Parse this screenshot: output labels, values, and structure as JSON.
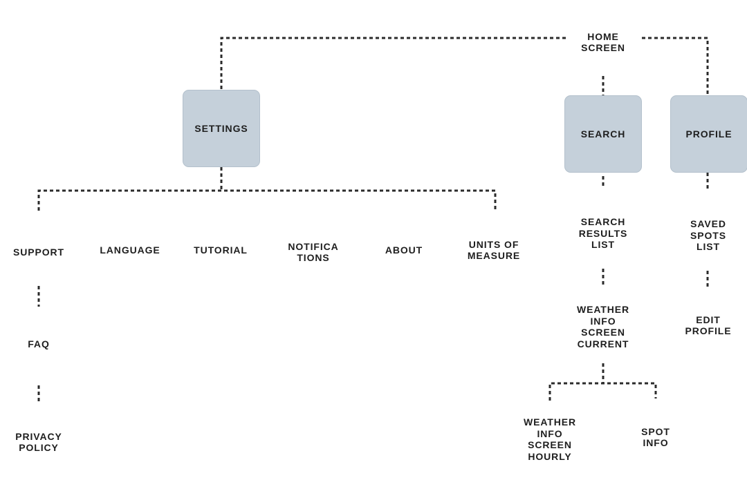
{
  "nodes": {
    "home": "HOME\nSCREEN",
    "settings": "SETTINGS",
    "search": "SEARCH",
    "profile": "PROFILE",
    "support": "SUPPORT",
    "language": "LANGUAGE",
    "tutorial": "TUTORIAL",
    "notifications": "NOTIFICA\nTIONS",
    "about": "ABOUT",
    "units": "UNITS OF\nMEASURE",
    "faq": "FAQ",
    "privacy": "PRIVACY\nPOLICY",
    "search_results": "SEARCH\nRESULTS\nLIST",
    "weather_current": "WEATHER\nINFO\nSCREEN\nCURRENT",
    "weather_hourly": "WEATHER\nINFO\nSCREEN\nHOURLY",
    "spot_info": "SPOT\nINFO",
    "saved_spots": "SAVED\nSPOTS\nLIST",
    "edit_profile": "EDIT\nPROFILE"
  },
  "colors": {
    "box_fill": "#c5d0da",
    "box_border": "#b3c0cc",
    "text": "#1e1e1e",
    "connector": "#2b2b2b"
  }
}
